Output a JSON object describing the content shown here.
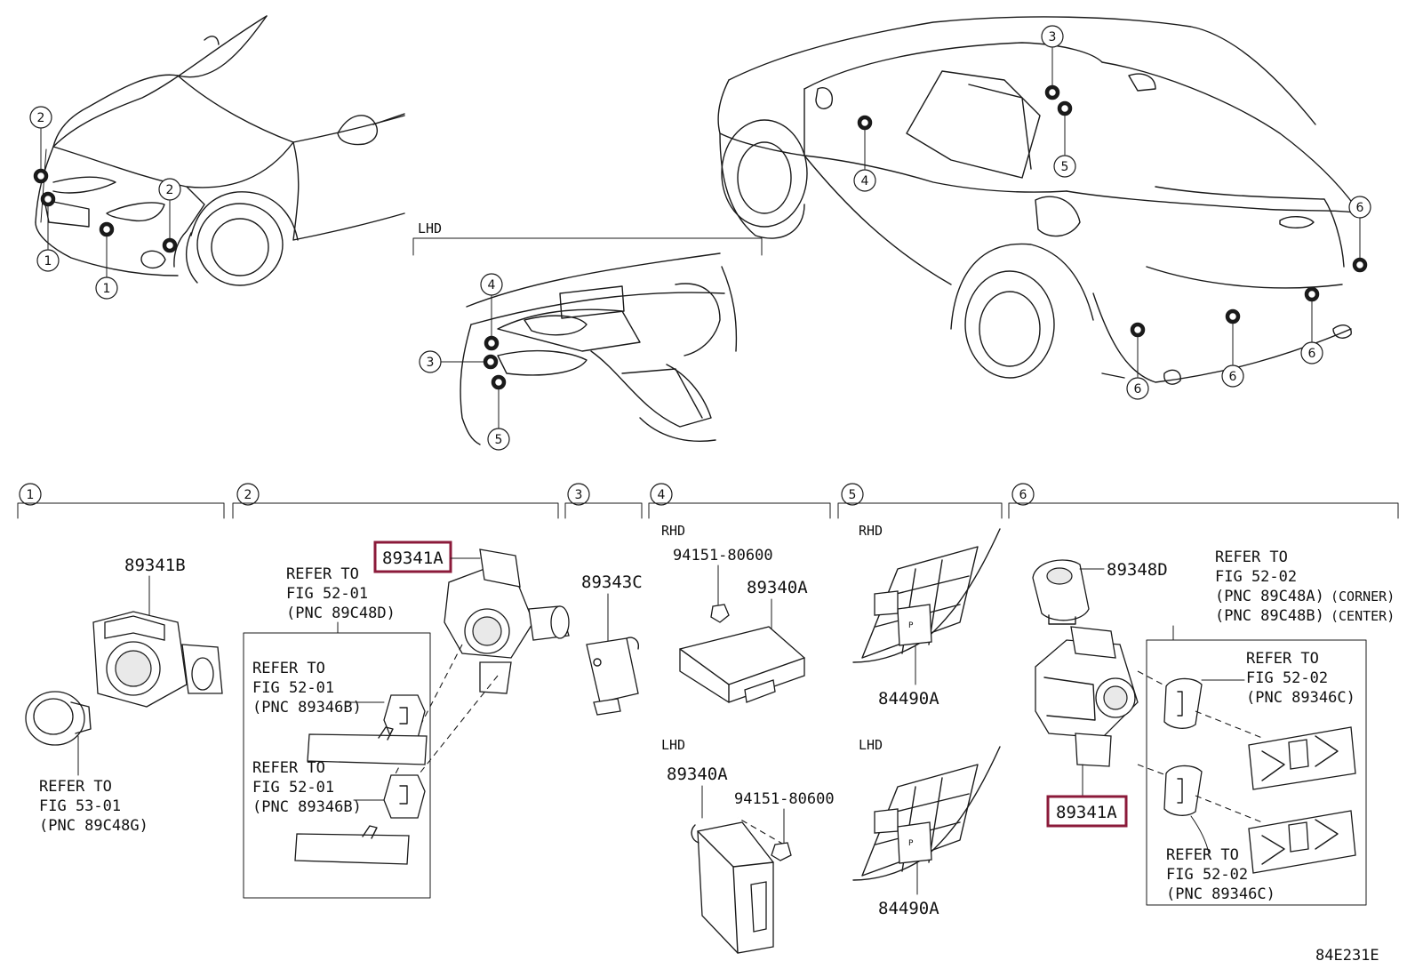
{
  "diagram_id": "84E231E",
  "colors": {
    "highlight": "#8b1a3a",
    "line": "#1a1a1a",
    "background": "#ffffff"
  },
  "overview": {
    "lhd_label": "LHD",
    "front_callouts": [
      "2",
      "2",
      "1",
      "1"
    ],
    "dash_callouts": [
      "4",
      "3",
      "5"
    ],
    "rear_callouts": [
      "3",
      "4",
      "5",
      "6",
      "6",
      "6",
      "6"
    ]
  },
  "sections": [
    {
      "num": "1"
    },
    {
      "num": "2"
    },
    {
      "num": "3"
    },
    {
      "num": "4"
    },
    {
      "num": "5"
    },
    {
      "num": "6"
    }
  ],
  "section1": {
    "part": "89341B",
    "refer": [
      "REFER TO",
      "FIG 53-01",
      "(PNC 89C48G)"
    ]
  },
  "section2": {
    "part": "89341A",
    "refer_top": [
      "REFER TO",
      "FIG 52-01",
      "(PNC 89C48D)"
    ],
    "refer_a": [
      "REFER TO",
      "FIG 52-01",
      "(PNC 89346B)"
    ],
    "refer_b": [
      "REFER TO",
      "FIG 52-01",
      "(PNC 89346B)"
    ]
  },
  "section3": {
    "part": "89343C"
  },
  "section4": {
    "rhd_label": "RHD",
    "lhd_label": "LHD",
    "rhd_bolt": "94151-80600",
    "rhd_part": "89340A",
    "lhd_part": "89340A",
    "lhd_bolt": "94151-80600"
  },
  "section5": {
    "rhd_label": "RHD",
    "lhd_label": "LHD",
    "rhd_part": "84490A",
    "lhd_part": "84490A",
    "switch_mark": "P"
  },
  "section6": {
    "part_top": "89348D",
    "part_main": "89341A",
    "refer_top": [
      "REFER TO",
      "FIG 52-02",
      "(PNC 89C48A)",
      "(PNC 89C48B)"
    ],
    "refer_top_notes": [
      "(CORNER)",
      "(CENTER)"
    ],
    "refer_mid": [
      "REFER TO",
      "FIG 52-02",
      "(PNC 89346C)"
    ],
    "refer_bot": [
      "REFER TO",
      "FIG 52-02",
      "(PNC 89346C)"
    ]
  }
}
